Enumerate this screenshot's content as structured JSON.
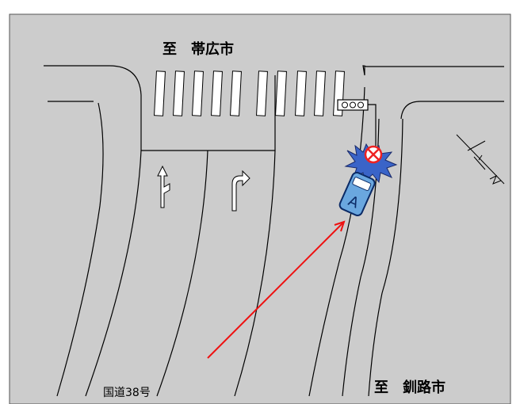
{
  "labels": {
    "north_destination": "至　帯広市",
    "south_destination": "至　釧路市",
    "route_name": "国道38号",
    "vehicle": "A",
    "north_marker": "N"
  },
  "colors": {
    "background": "#cccccc",
    "road_line": "#000000",
    "crosswalk": "#ffffff",
    "vehicle_fill": "#6aa7df",
    "vehicle_outline": "#0a2a66",
    "impact_burst": "#3a64c8",
    "impact_marker": "#ee2222",
    "path_arrow": "#ee1111"
  },
  "icons": {
    "straight_left_arrow": "straight-or-left-arrow-icon",
    "right_turn_arrow": "right-turn-arrow-icon",
    "traffic_signal": "traffic-signal-icon",
    "compass": "north-compass-icon",
    "impact": "collision-burst-icon"
  }
}
